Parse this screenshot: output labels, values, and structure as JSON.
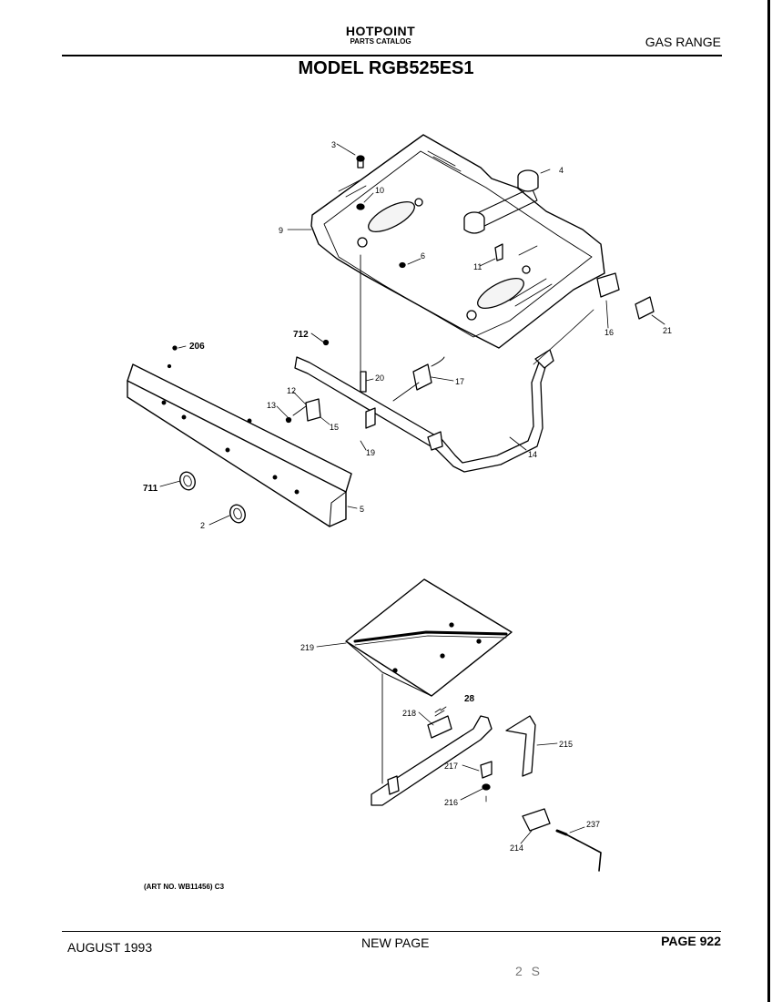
{
  "header": {
    "brand": "HOTPOINT",
    "subtitle": "PARTS CATALOG",
    "category": "GAS RANGE",
    "model": "MODEL RGB525ES1"
  },
  "diagram": {
    "upper_labels": [
      "3",
      "4",
      "10",
      "9",
      "6",
      "11",
      "16",
      "21",
      "712",
      "206",
      "20",
      "17",
      "12",
      "13",
      "15",
      "19",
      "14",
      "711",
      "5",
      "2"
    ],
    "lower_labels": [
      "219",
      "28",
      "218",
      "215",
      "217",
      "216",
      "237",
      "214"
    ]
  },
  "art_no": "(ART NO. WB11456) C3",
  "footer": {
    "date": "AUGUST 1993",
    "center": "NEW PAGE",
    "page": "PAGE 922",
    "mark": "2 S"
  }
}
